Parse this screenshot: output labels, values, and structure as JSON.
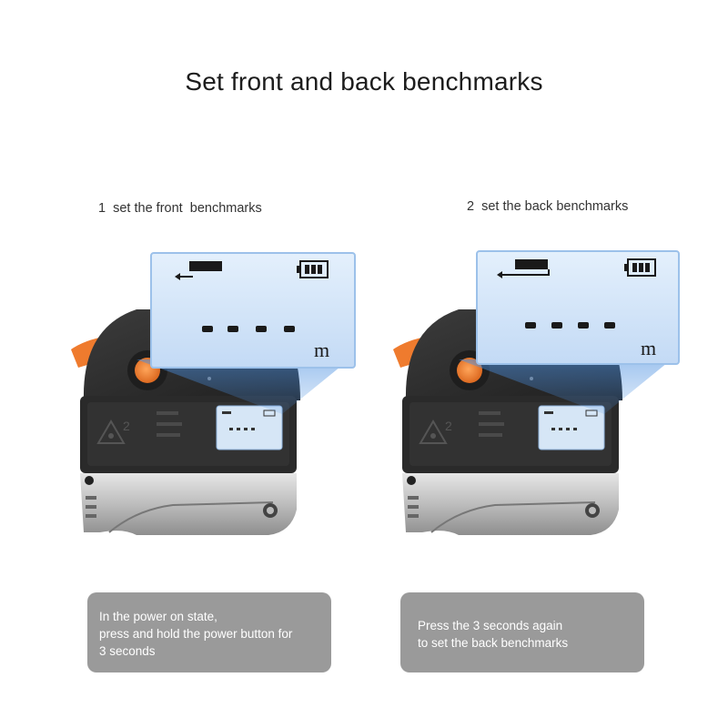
{
  "title": "Set front and back benchmarks",
  "steps": [
    {
      "label": "1  set the front  benchmarks",
      "display_unit": "m",
      "caption_lines": [
        "In the power on state,",
        "press and hold the power button for",
        "3 seconds"
      ]
    },
    {
      "label": "2  set the back benchmarks",
      "display_unit": "m",
      "caption_lines": [
        "Press the 3 seconds again",
        "to set the back benchmarks"
      ]
    }
  ],
  "colors": {
    "accent_orange": "#ef7b2e",
    "display_blue": "#cfe2f8",
    "caption_gray": "#9a9a9a",
    "device_dark": "#2b2b2b"
  },
  "icons": [
    "tape-measure-device",
    "battery-icon",
    "arrow-left-icon",
    "laser-warning-icon"
  ]
}
